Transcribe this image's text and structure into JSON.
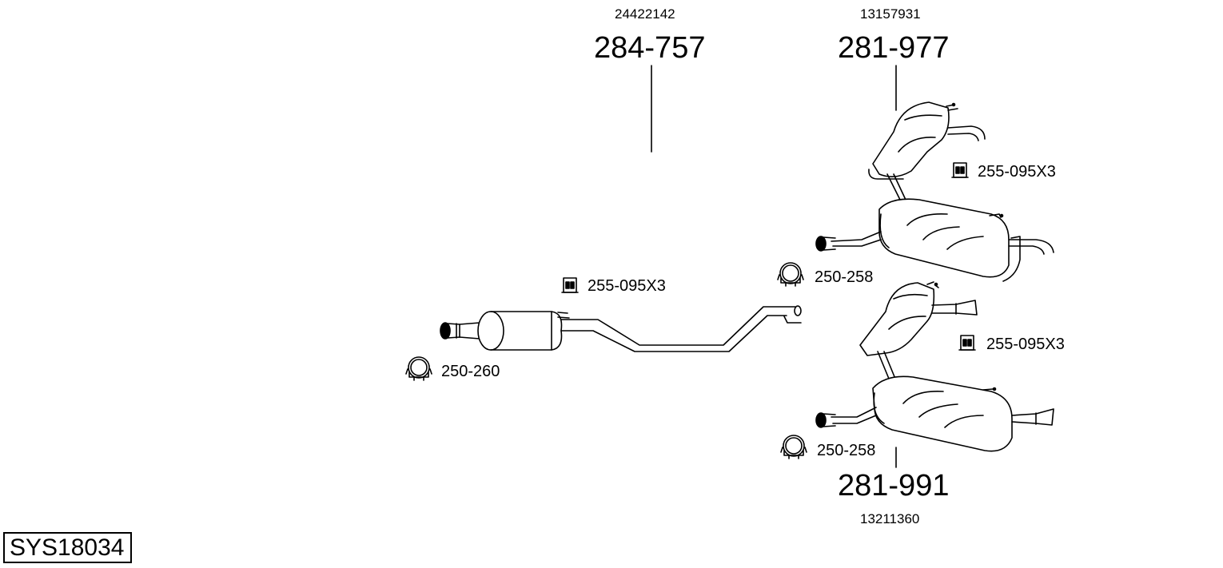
{
  "system_code": "SYS18034",
  "parts": {
    "part_284_757": {
      "number": "284-757",
      "oe_ref": "24422142"
    },
    "part_281_977": {
      "number": "281-977",
      "oe_ref": "13157931"
    },
    "part_281_991": {
      "number": "281-991",
      "oe_ref": "13211360"
    }
  },
  "accessories": {
    "mount_center": "255-095X3",
    "mount_upper_right": "255-095X3",
    "mount_lower_right": "255-095X3",
    "clamp_left": "250-260",
    "clamp_mid": "250-258",
    "clamp_lower": "250-258"
  },
  "icons": {
    "rubber_mount": "rubber-mount-icon",
    "pipe_clamp": "pipe-clamp-icon"
  }
}
